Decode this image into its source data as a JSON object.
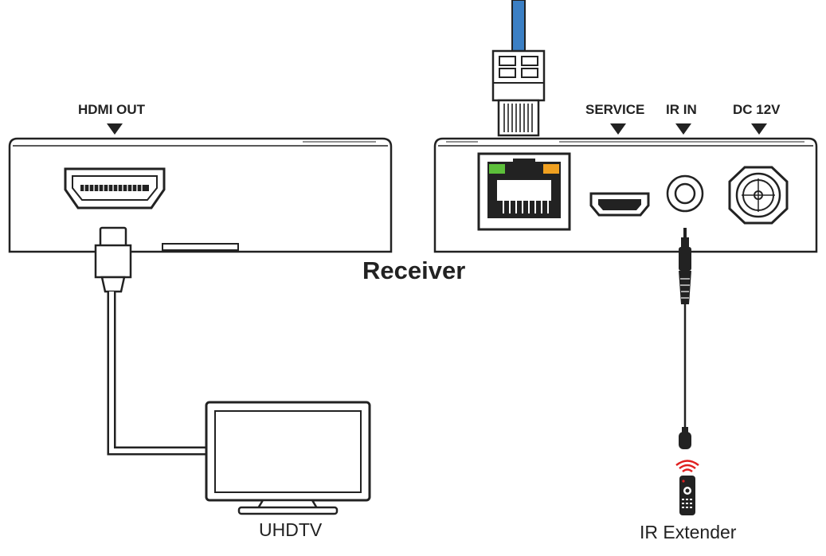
{
  "labels": {
    "hdmi_out": "HDMI OUT",
    "service": "SERVICE",
    "ir_in": "IR IN",
    "dc_12v": "DC 12V",
    "device": "Receiver",
    "display": "UHDTV",
    "ir_extender": "IR Extender"
  },
  "colors": {
    "outline": "#222222",
    "network_cable": "#3b7fc4",
    "led_left": "#5cbf3a",
    "led_right": "#f0a020",
    "ir_signal": "#e02020"
  },
  "icons": [
    "hdmi-port-icon",
    "rj45-port-icon",
    "micro-usb-port-icon",
    "audio-jack-icon",
    "dc-power-jack-icon",
    "tv-icon",
    "remote-control-icon",
    "ir-receiver-icon"
  ]
}
